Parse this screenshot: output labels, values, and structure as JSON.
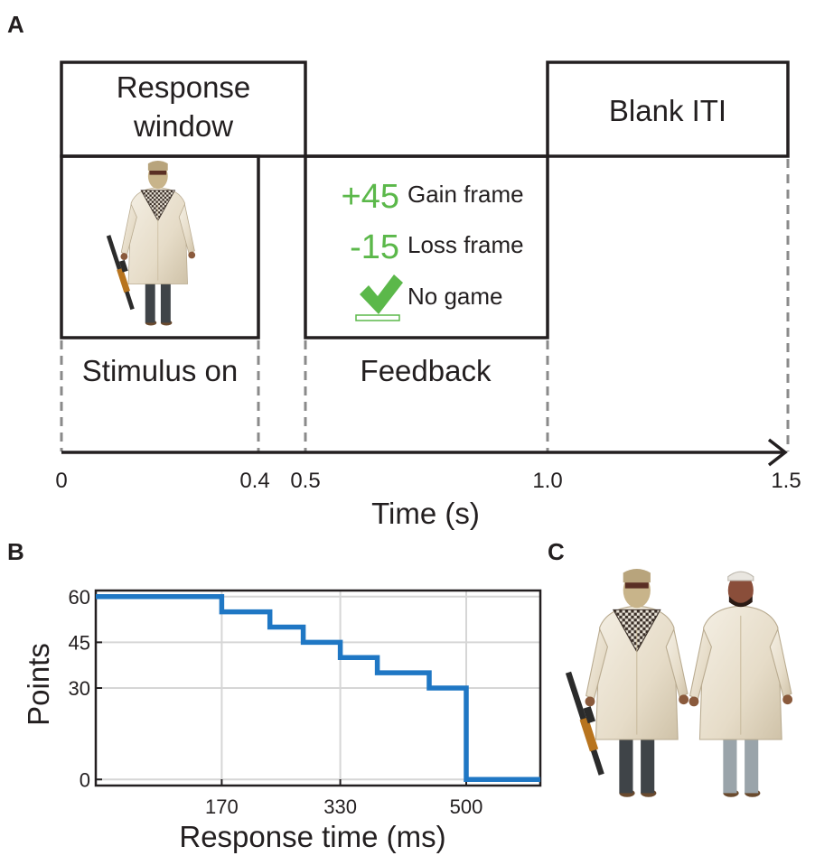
{
  "panels": {
    "a": "A",
    "b": "B",
    "c": "C"
  },
  "timeline": {
    "box_response_line1": "Response",
    "box_response_line2": "window",
    "box_blank": "Blank ITI",
    "stimulus_label": "Stimulus on",
    "feedback_label": "Feedback",
    "feedback": {
      "gain_value": "+45",
      "gain_label": "Gain frame",
      "loss_value": "-15",
      "loss_label": "Loss frame",
      "nogame_label": "No game",
      "accent_color": "#5bb84a"
    },
    "ticks": [
      "0",
      "0.4",
      "0.5",
      "1.0",
      "1.5"
    ],
    "xlabel": "Time (s)"
  },
  "chart_data": {
    "type": "line",
    "step": true,
    "title": "",
    "xlabel": "Response time (ms)",
    "ylabel": "Points",
    "xlim": [
      0,
      600
    ],
    "ylim": [
      -2,
      62
    ],
    "xticks": [
      170,
      330,
      500
    ],
    "yticks": [
      0,
      30,
      45,
      60
    ],
    "grid": true,
    "series": [
      {
        "color": "#1f77c4",
        "x": [
          0,
          170,
          170,
          235,
          235,
          280,
          280,
          330,
          330,
          380,
          380,
          450,
          450,
          500,
          500,
          600
        ],
        "y": [
          60,
          60,
          55,
          55,
          50,
          50,
          45,
          45,
          40,
          40,
          35,
          35,
          30,
          30,
          0,
          0
        ]
      }
    ]
  },
  "figures": {
    "stimulus": "armed masked figure",
    "c_left": "armed masked figure",
    "c_right": "unarmed figure"
  }
}
